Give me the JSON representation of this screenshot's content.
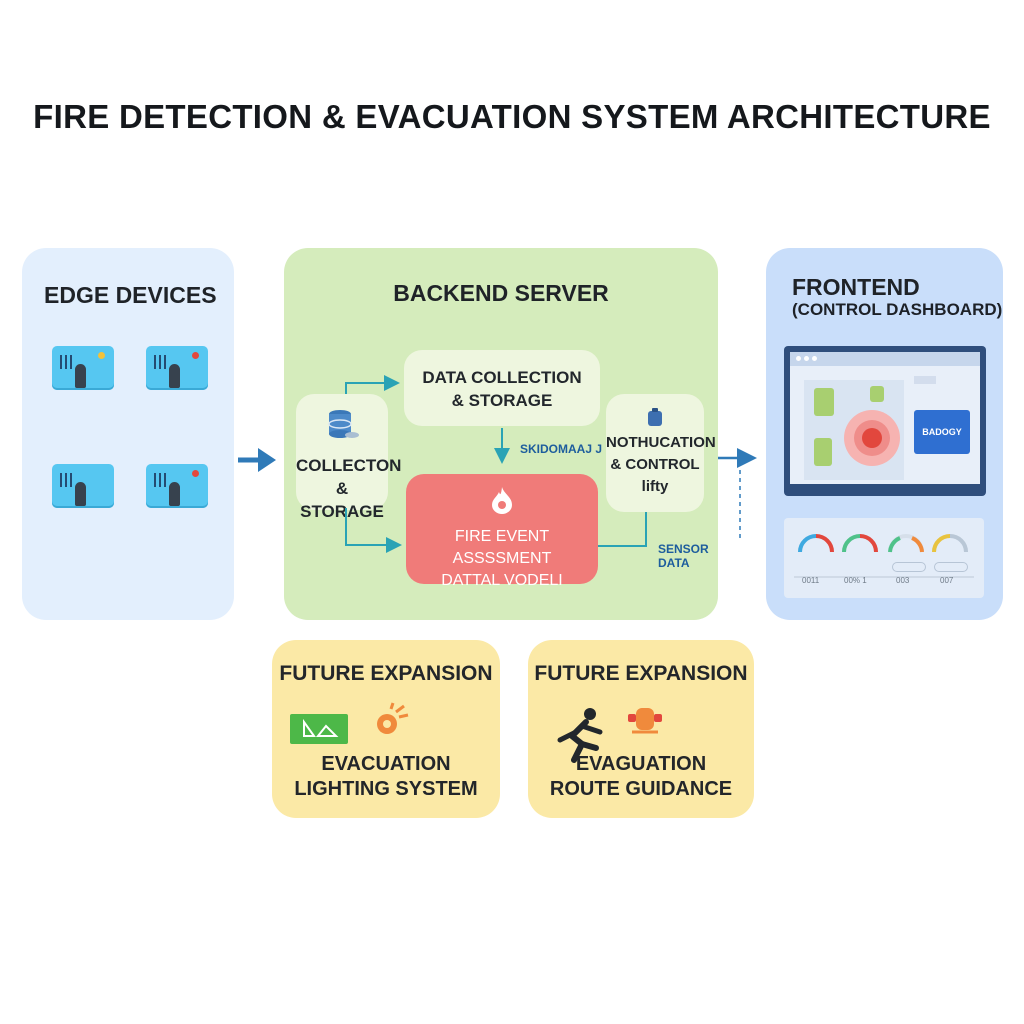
{
  "title": "FIRE DETECTION & EVACUATION SYSTEM ARCHITECTURE",
  "edge": {
    "title": "EDGE DEVICES"
  },
  "backend": {
    "title": "BACKEND SERVER",
    "data_collection": {
      "line1": "DATA COLLECTION",
      "line2": "& STORAGE"
    },
    "collection": {
      "line1": "COLLECTON",
      "line2": "& STORAGE"
    },
    "notification": {
      "line1": "NOTHUCATION",
      "line2": "& CONTROL",
      "line3": "lifty"
    },
    "fire_model": {
      "line1": "FIRE EVENT ASSSSMENT",
      "line2": "DATTAL VODELI"
    },
    "label_skidomaaj": "SKIDOMAAJ J",
    "label_sensor": "SENSOR DATA"
  },
  "frontend": {
    "title_line1": "FRONTEND",
    "title_line2": "(CONTROL DASHBOARD)",
    "badge": "BADOGY",
    "gauges": [
      "0011",
      "00% 1",
      "003",
      "007"
    ]
  },
  "future1": {
    "title": "FUTURE EXPANSION",
    "line1": "EVACUATION",
    "line2": "LIGHTING SYSTEM"
  },
  "future2": {
    "title": "FUTURE EXPANSION",
    "line1": "EVAGUATION",
    "line2": "ROUTE GUIDANCE"
  },
  "colors": {
    "edge_bg": "#e3effd",
    "backend_bg": "#d5ecbc",
    "frontend_bg": "#c9defa",
    "future_bg": "#fbe9a6",
    "fire_model": "#f07b79",
    "arrow": "#2f7ab8",
    "connector": "#2aa3b5"
  }
}
